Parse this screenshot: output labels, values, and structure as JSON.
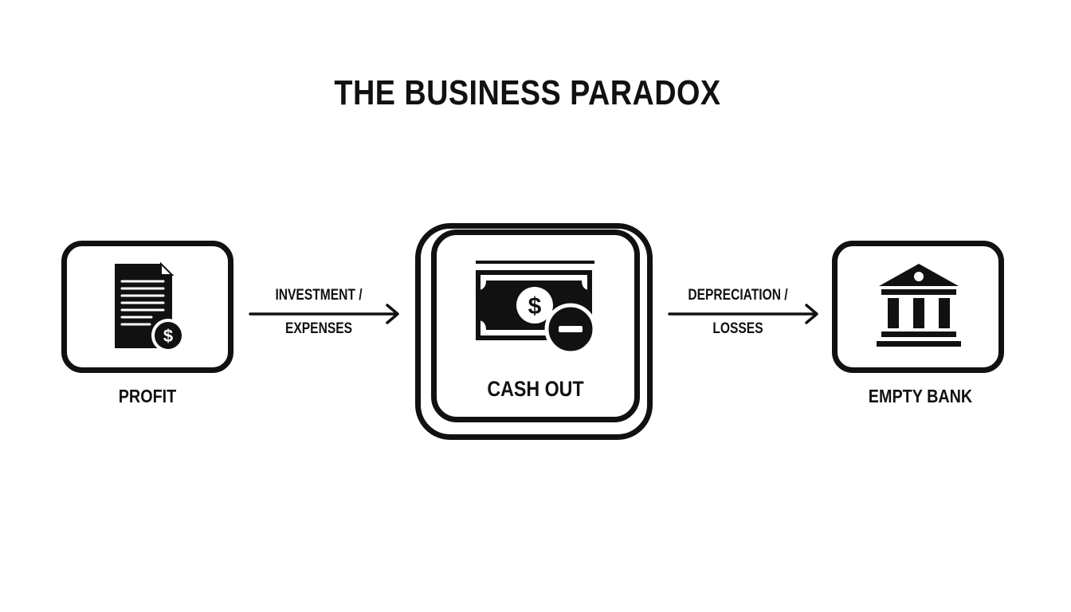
{
  "title": "THE BUSINESS PARADOX",
  "nodes": {
    "profit": {
      "label": "PROFIT",
      "icon": "document-dollar-icon"
    },
    "cash_out": {
      "label": "CASH OUT",
      "icon": "banknote-minus-icon"
    },
    "empty_bank": {
      "label": "EMPTY BANK",
      "icon": "bank-building-icon"
    }
  },
  "edges": [
    {
      "from": "profit",
      "to": "cash_out",
      "line1": "INVESTMENT /",
      "line2": "EXPENSES"
    },
    {
      "from": "cash_out",
      "to": "empty_bank",
      "line1": "DEPRECIATION /",
      "line2": "LOSSES"
    }
  ],
  "colors": {
    "ink": "#111111",
    "background": "#ffffff"
  }
}
